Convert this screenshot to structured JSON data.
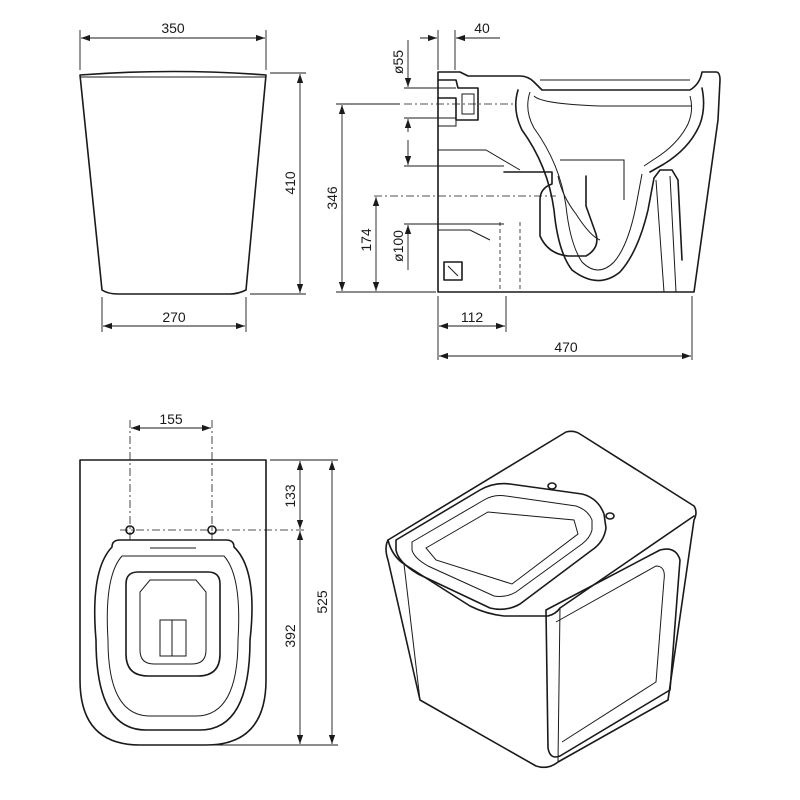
{
  "front_view": {
    "top_width": "350",
    "bottom_width": "270",
    "height": "410"
  },
  "side_view": {
    "inlet_offset": "40",
    "inlet_diameter": "ø55",
    "inlet_height": "346",
    "outlet_height": "174",
    "outlet_diameter": "ø100",
    "outlet_offset": "112",
    "depth": "470"
  },
  "plan_view": {
    "hole_spacing": "155",
    "hole_offset": "133",
    "bowl_length": "392",
    "total_length": "525"
  }
}
